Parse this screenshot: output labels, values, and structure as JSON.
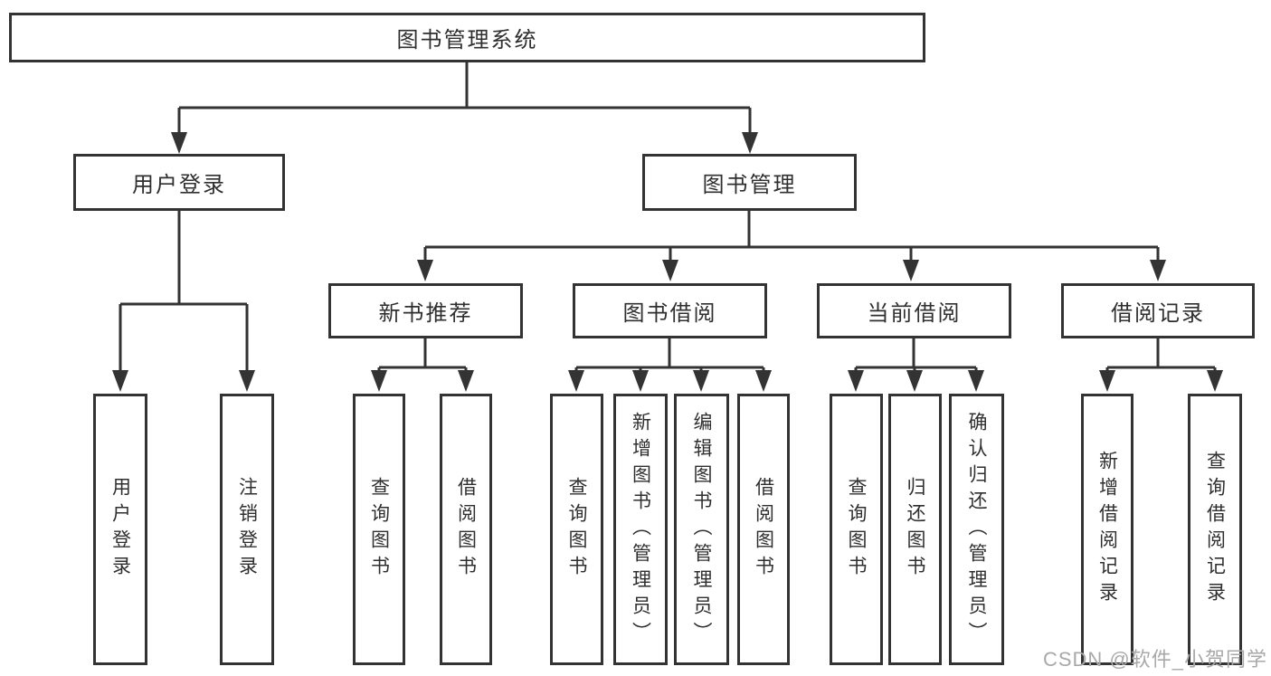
{
  "diagram": {
    "root": "图书管理系统",
    "branches": [
      {
        "label": "用户登录",
        "leaves": [
          "用户登录",
          "注销登录"
        ]
      },
      {
        "label": "图书管理",
        "groups": [
          {
            "label": "新书推荐",
            "leaves": [
              "查询图书",
              "借阅图书"
            ]
          },
          {
            "label": "图书借阅",
            "leaves": [
              "查询图书",
              "新增图书（管理员）",
              "编辑图书（管理员）",
              "借阅图书"
            ]
          },
          {
            "label": "当前借阅",
            "leaves": [
              "查询图书",
              "归还图书",
              "确认归还（管理员）"
            ]
          },
          {
            "label": "借阅记录",
            "leaves": [
              "新增借阅记录",
              "查询借阅记录"
            ]
          }
        ]
      }
    ]
  },
  "watermark": "CSDN @软件_小贺同学",
  "colors": {
    "line": "#333333",
    "text": "#2f2f2f",
    "watermark": "#a9a9a9",
    "background": "#ffffff"
  }
}
